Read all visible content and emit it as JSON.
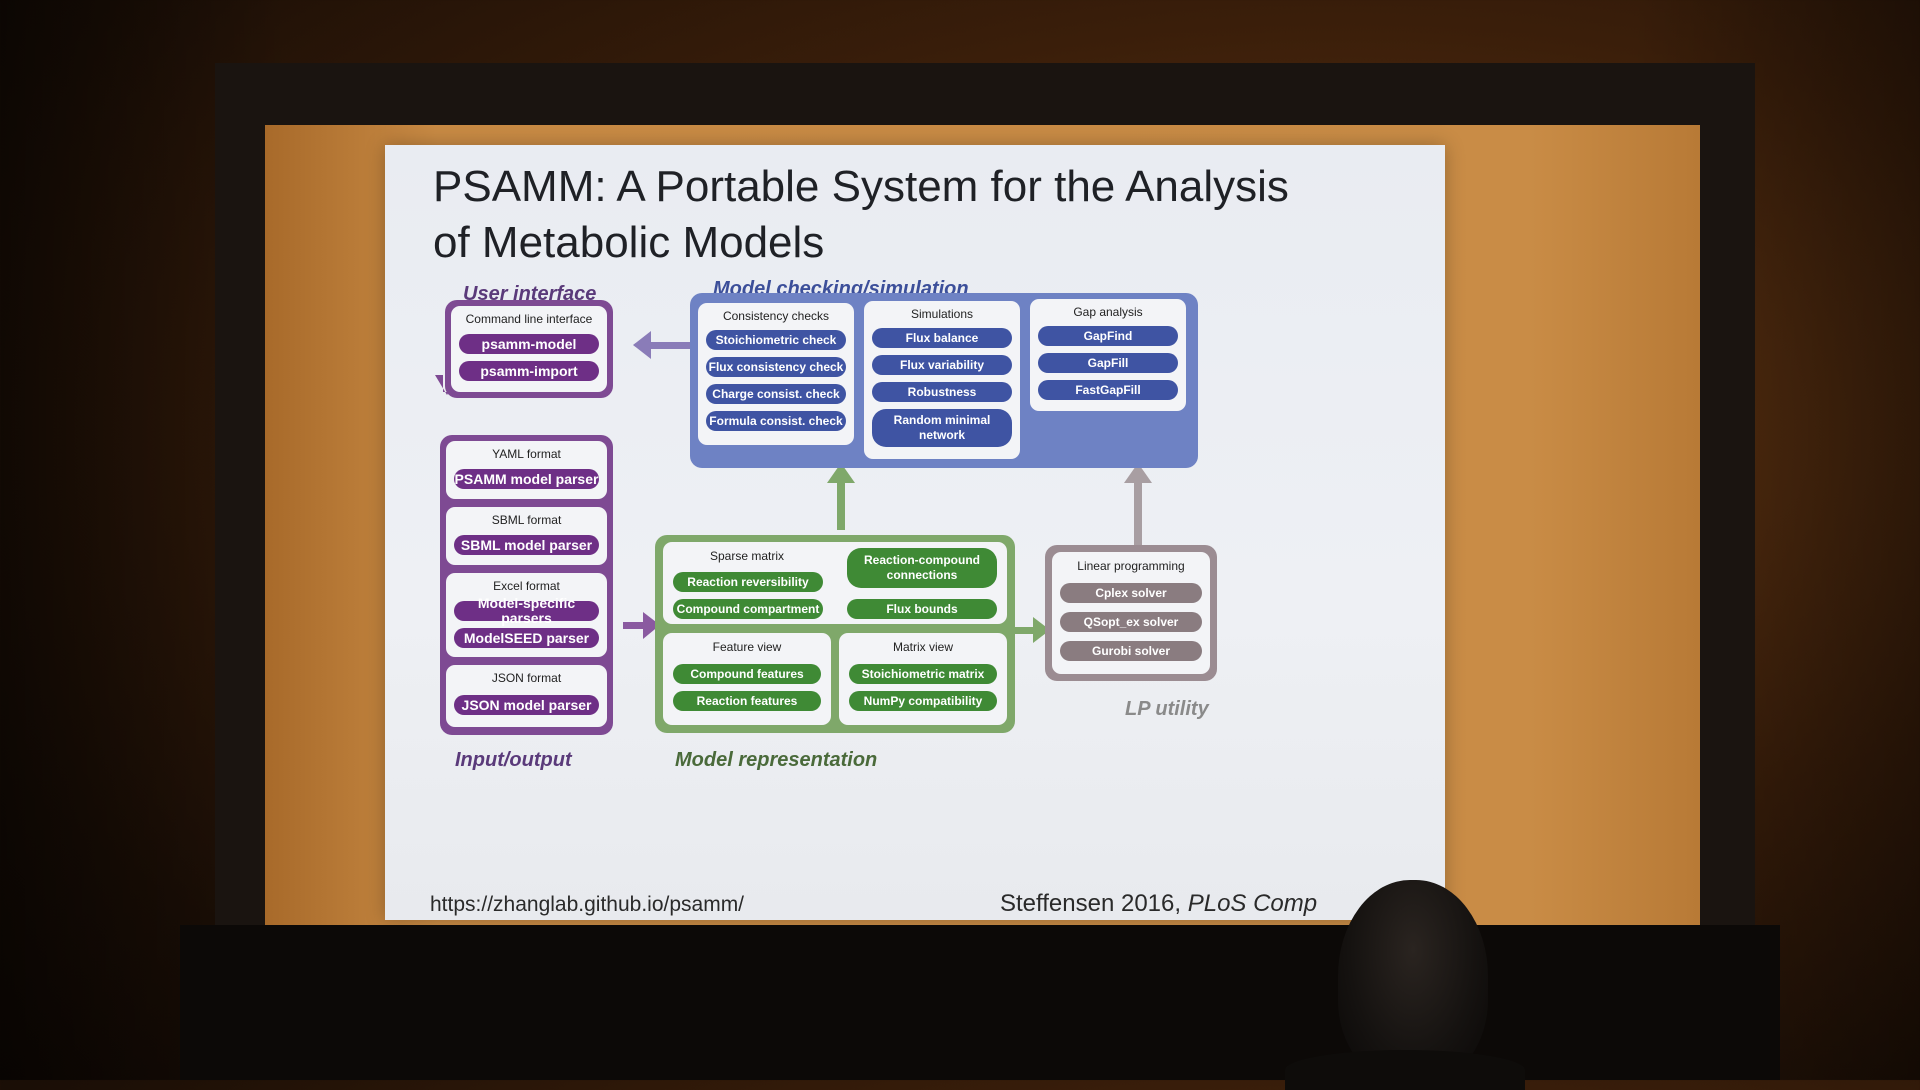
{
  "slide": {
    "title_line1": "PSAMM: A Portable System for the Analysis",
    "title_line2": "of Metabolic Models",
    "url": "https://zhanglab.github.io/psamm/",
    "citation_author": "Steffensen 2016,",
    "citation_journal": "PLoS Comp"
  },
  "sections": {
    "user_interface": "User interface",
    "model_checking": "Model checking/simulation",
    "input_output": "Input/output",
    "model_representation": "Model representation",
    "lp_utility": "LP utility"
  },
  "user_interface": {
    "title": "Command line interface",
    "items": [
      "psamm-model",
      "psamm-import"
    ]
  },
  "io": [
    {
      "title": "YAML format",
      "items": [
        "PSAMM model parser"
      ]
    },
    {
      "title": "SBML format",
      "items": [
        "SBML model parser"
      ]
    },
    {
      "title": "Excel format",
      "items": [
        "Model-specific parsers",
        "ModelSEED parser"
      ]
    },
    {
      "title": "JSON format",
      "items": [
        "JSON model parser"
      ]
    }
  ],
  "checking": [
    {
      "title": "Consistency checks",
      "items": [
        "Stoichiometric check",
        "Flux consistency check",
        "Charge consist. check",
        "Formula consist. check"
      ]
    },
    {
      "title": "Simulations",
      "items": [
        "Flux balance",
        "Flux variability",
        "Robustness",
        "Random minimal network"
      ]
    },
    {
      "title": "Gap analysis",
      "items": [
        "GapFind",
        "GapFill",
        "FastGapFill"
      ]
    }
  ],
  "representation": {
    "sparse_title": "Sparse matrix",
    "sparse_items": [
      "Reaction reversibility",
      "Compound compartment"
    ],
    "sparse_side": [
      "Reaction-compound connections",
      "Flux bounds"
    ],
    "feature_title": "Feature view",
    "feature_items": [
      "Compound features",
      "Reaction features"
    ],
    "matrix_title": "Matrix view",
    "matrix_items": [
      "Stoichiometric matrix",
      "NumPy compatibility"
    ]
  },
  "lp": {
    "title": "Linear programming",
    "items": [
      "Cplex solver",
      "QSopt_ex solver",
      "Gurobi solver"
    ]
  },
  "colors": {
    "purple": "#7e4a93",
    "blue": "#6e82c4",
    "green": "#7fa86a",
    "gray": "#9b8c92"
  }
}
